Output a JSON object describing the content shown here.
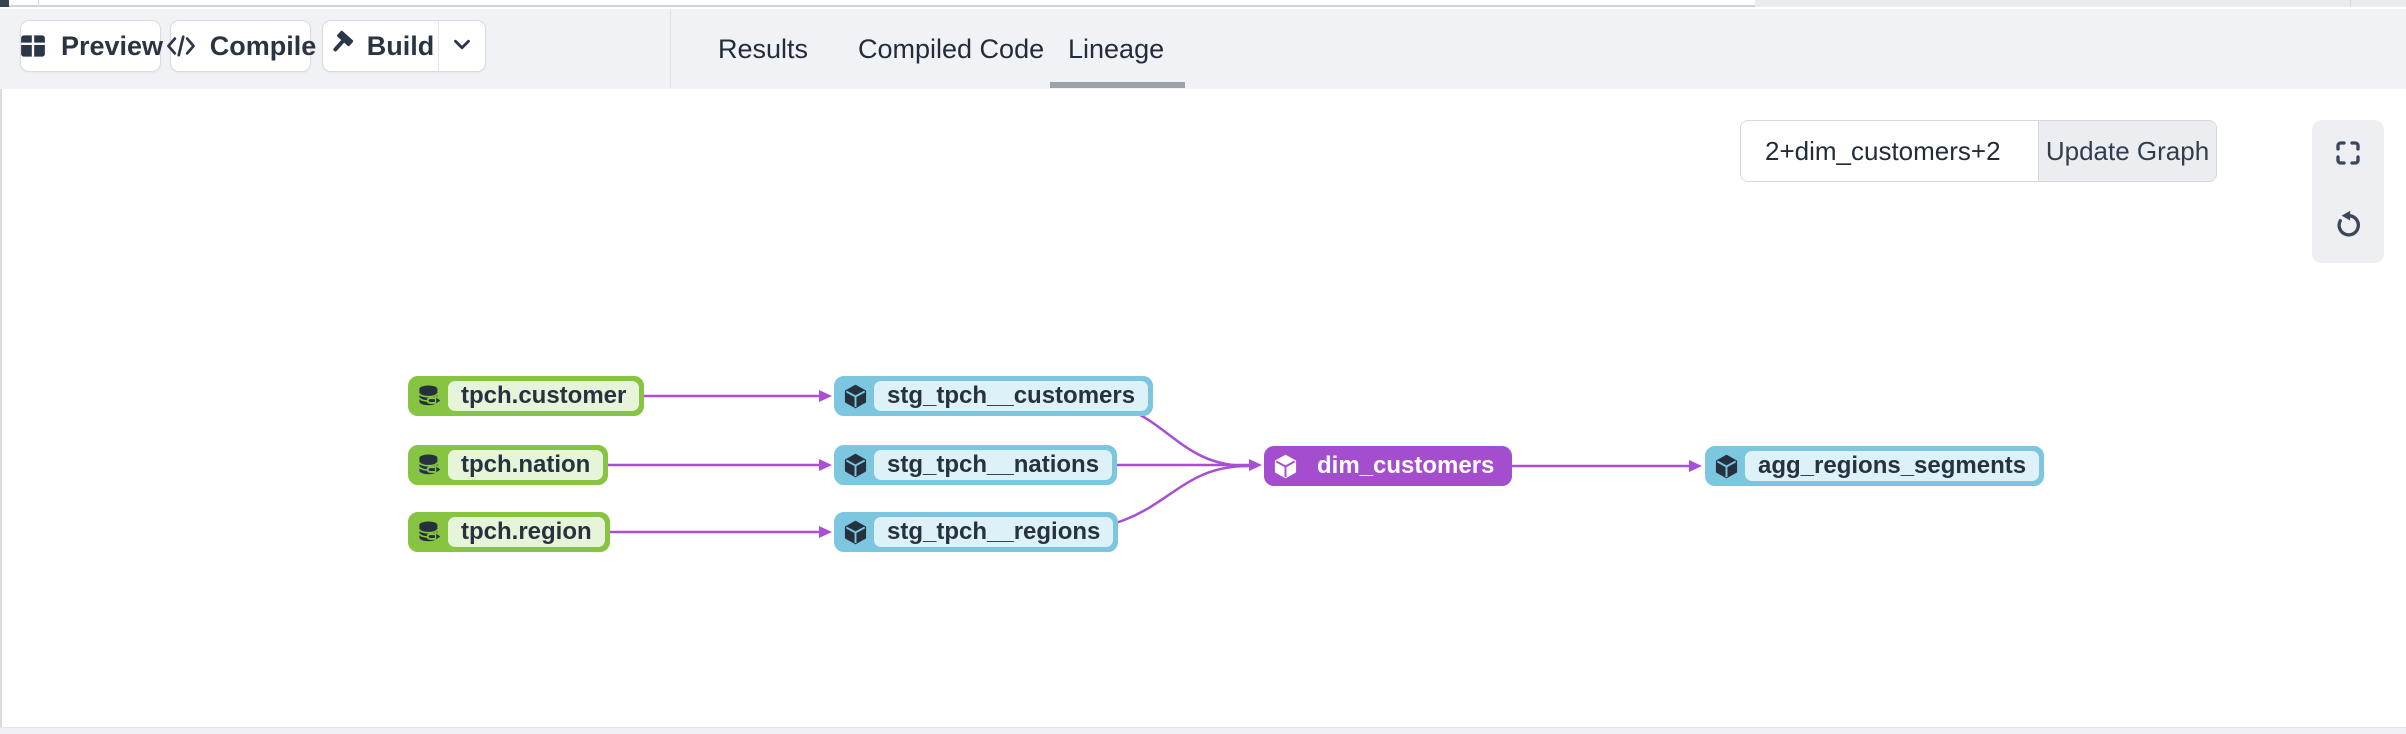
{
  "toolbar": {
    "preview_label": "Preview",
    "compile_label": "Compile",
    "build_label": "Build"
  },
  "tabs": [
    {
      "label": "Results",
      "active": false
    },
    {
      "label": "Compiled Code",
      "active": false
    },
    {
      "label": "Lineage",
      "active": true
    }
  ],
  "lineage": {
    "selector": {
      "value": "2+dim_customers+2",
      "update_button_label": "Update Graph"
    },
    "controls": [
      {
        "icon": "fullscreen-icon"
      },
      {
        "icon": "reset-icon"
      }
    ],
    "nodes": [
      {
        "id": "tpch_customer",
        "label": "tpch.customer",
        "type": "source",
        "icon": "database-icon"
      },
      {
        "id": "tpch_nation",
        "label": "tpch.nation",
        "type": "source",
        "icon": "database-icon"
      },
      {
        "id": "tpch_region",
        "label": "tpch.region",
        "type": "source",
        "icon": "database-icon"
      },
      {
        "id": "stg_tpch_customers",
        "label": "stg_tpch__customers",
        "type": "model",
        "icon": "cube-icon"
      },
      {
        "id": "stg_tpch_nations",
        "label": "stg_tpch__nations",
        "type": "model",
        "icon": "cube-icon"
      },
      {
        "id": "stg_tpch_regions",
        "label": "stg_tpch__regions",
        "type": "model",
        "icon": "cube-icon"
      },
      {
        "id": "dim_customers",
        "label": "dim_customers",
        "type": "model-selected",
        "icon": "cube-icon"
      },
      {
        "id": "agg_regions_segments",
        "label": "agg_regions_segments",
        "type": "model",
        "icon": "cube-icon"
      }
    ],
    "edges": [
      {
        "from": "tpch_customer",
        "to": "stg_tpch_customers"
      },
      {
        "from": "tpch_nation",
        "to": "stg_tpch_nations"
      },
      {
        "from": "tpch_region",
        "to": "stg_tpch_regions"
      },
      {
        "from": "stg_tpch_customers",
        "to": "dim_customers"
      },
      {
        "from": "stg_tpch_nations",
        "to": "dim_customers"
      },
      {
        "from": "stg_tpch_regions",
        "to": "dim_customers"
      },
      {
        "from": "dim_customers",
        "to": "agg_regions_segments"
      }
    ],
    "colors": {
      "source_green": "#86c441",
      "source_green_light": "#e6f5d9",
      "model_blue": "#7cc6e0",
      "model_blue_light": "#ddf1f9",
      "selected_purple": "#a44ecf",
      "edge_purple": "#a84fd4",
      "text_dark": "#28323f"
    }
  }
}
